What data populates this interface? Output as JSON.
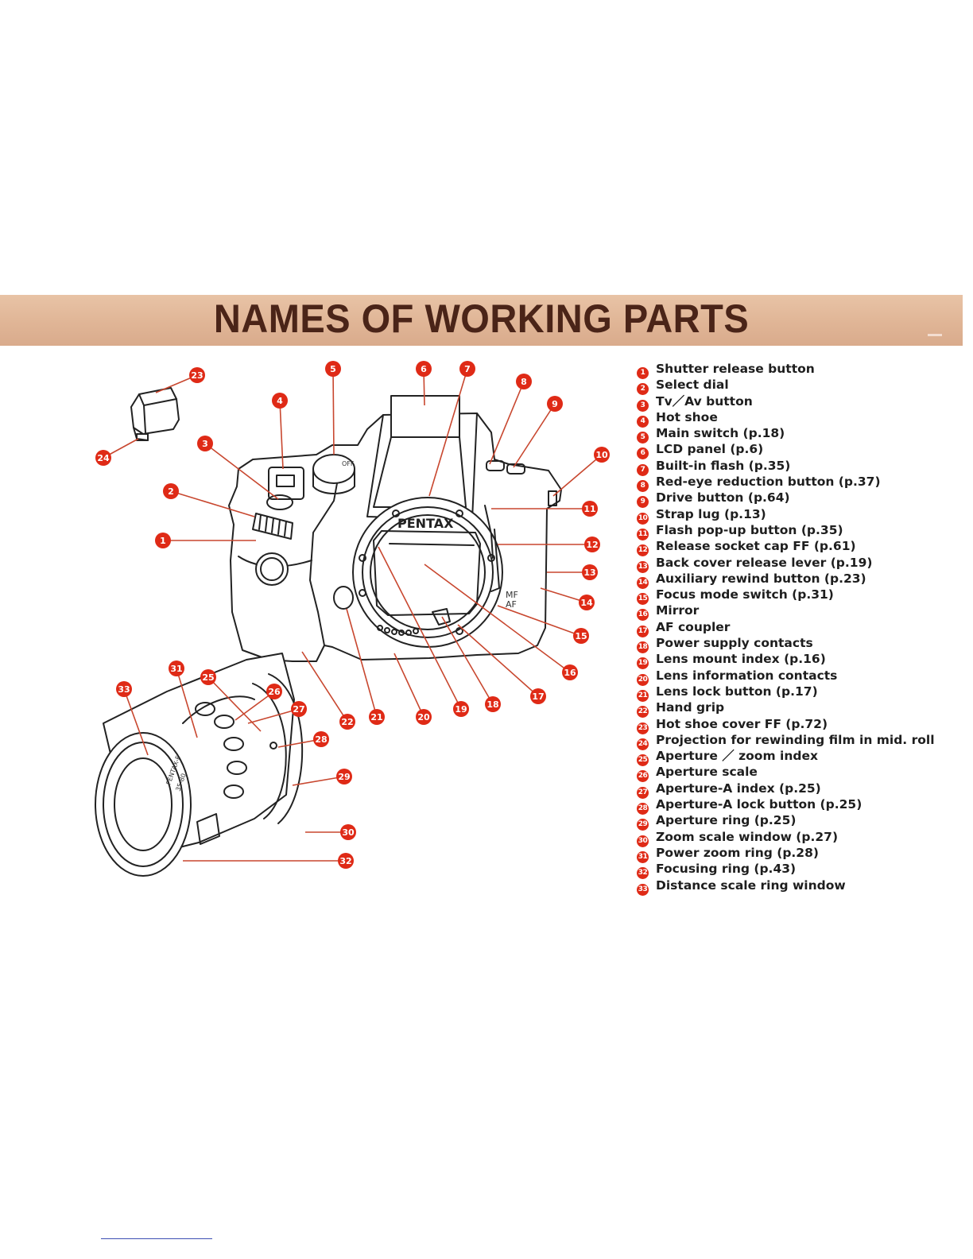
{
  "title": "NAMES OF WORKING PARTS",
  "colors": {
    "banner": "#e0b596",
    "title_text": "#4a2418",
    "callout": "#df2a16",
    "leader": "#c8472f"
  },
  "diagram": {
    "brand": "PENTAX",
    "switch_mf": "MF",
    "switch_af": "AF",
    "dial_off": "OFF",
    "lens_name": "PENTAX-F",
    "lens_zoom": "35-80"
  },
  "parts": [
    {
      "num": "1",
      "label": "Shutter release button"
    },
    {
      "num": "2",
      "label": "Select dial"
    },
    {
      "num": "3",
      "label": "Tv／Av button"
    },
    {
      "num": "4",
      "label": "Hot shoe"
    },
    {
      "num": "5",
      "label": "Main switch (p.18)"
    },
    {
      "num": "6",
      "label": "LCD panel (p.6)"
    },
    {
      "num": "7",
      "label": "Built-in flash (p.35)"
    },
    {
      "num": "8",
      "label": "Red-eye reduction button (p.37)"
    },
    {
      "num": "9",
      "label": "Drive button (p.64)"
    },
    {
      "num": "10",
      "label": "Strap lug (p.13)"
    },
    {
      "num": "11",
      "label": "Flash pop-up button (p.35)"
    },
    {
      "num": "12",
      "label": "Release socket cap FF (p.61)"
    },
    {
      "num": "13",
      "label": "Back cover release lever (p.19)"
    },
    {
      "num": "14",
      "label": "Auxiliary rewind button (p.23)"
    },
    {
      "num": "15",
      "label": "Focus mode switch (p.31)"
    },
    {
      "num": "16",
      "label": "Mirror"
    },
    {
      "num": "17",
      "label": "AF coupler"
    },
    {
      "num": "18",
      "label": "Power supply contacts"
    },
    {
      "num": "19",
      "label": "Lens mount index (p.16)"
    },
    {
      "num": "20",
      "label": "Lens information contacts"
    },
    {
      "num": "21",
      "label": "Lens lock button (p.17)"
    },
    {
      "num": "22",
      "label": "Hand grip"
    },
    {
      "num": "23",
      "label": "Hot shoe cover FF (p.72)"
    },
    {
      "num": "24",
      "label": "Projection for rewinding film in mid. roll"
    },
    {
      "num": "25",
      "label": "Aperture ／ zoom index"
    },
    {
      "num": "26",
      "label": "Aperture scale"
    },
    {
      "num": "27",
      "label": "Aperture-A index (p.25)"
    },
    {
      "num": "28",
      "label": "Aperture-A lock button (p.25)"
    },
    {
      "num": "29",
      "label": "Aperture ring (p.25)"
    },
    {
      "num": "30",
      "label": "Zoom scale window (p.27)"
    },
    {
      "num": "31",
      "label": "Power zoom ring (p.28)"
    },
    {
      "num": "32",
      "label": "Focusing ring (p.43)"
    },
    {
      "num": "33",
      "label": "Distance scale ring window"
    }
  ]
}
